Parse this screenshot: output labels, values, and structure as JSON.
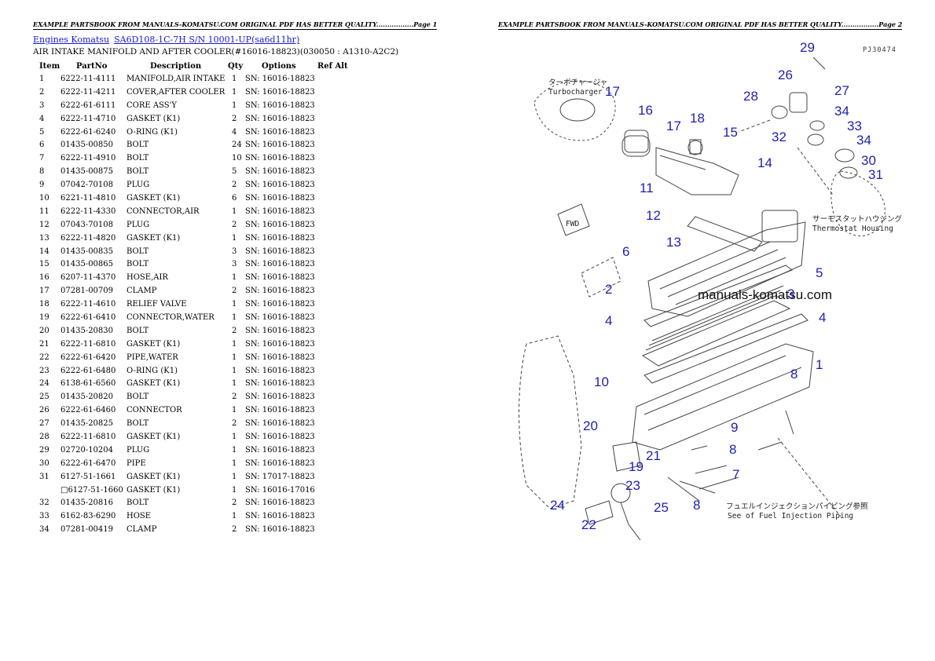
{
  "headers": {
    "left": "EXAMPLE PARTSBOOK FROM MANUALS-KOMATSU.COM ORIGINAL PDF HAS BETTER QUALITY.................Page 1",
    "right": "EXAMPLE PARTSBOOK FROM MANUALS-KOMATSU.COM ORIGINAL PDF HAS BETTER QUALITY.................Page 2"
  },
  "breadcrumb": {
    "link1": "Engines Komatsu",
    "link2": "SA6D108-1C-7H S/N 10001-UP(sa6d11hr)"
  },
  "assembly_title": "AIR INTAKE MANIFOLD AND AFTER COOLER(#16016-18823)(030050 : A1310-A2C2)",
  "table": {
    "columns": [
      "Item",
      "PartNo",
      "Description",
      "Qty",
      "Options",
      "Ref Alt"
    ],
    "rows": [
      [
        "1",
        "6222-11-4111",
        "MANIFOLD,AIR INTAKE",
        "1",
        "SN: 16016-18823"
      ],
      [
        "2",
        "6222-11-4211",
        "COVER,AFTER COOLER",
        "1",
        "SN: 16016-18823"
      ],
      [
        "3",
        "6222-61-6111",
        "CORE ASS'Y",
        "1",
        "SN: 16016-18823"
      ],
      [
        "4",
        "6222-11-4710",
        "GASKET (K1)",
        "2",
        "SN: 16016-18823"
      ],
      [
        "5",
        "6222-61-6240",
        "O-RING (K1)",
        "4",
        "SN: 16016-18823"
      ],
      [
        "6",
        "01435-00850",
        "BOLT",
        "24",
        "SN: 16016-18823"
      ],
      [
        "7",
        "6222-11-4910",
        "BOLT",
        "10",
        "SN: 16016-18823"
      ],
      [
        "8",
        "01435-00875",
        "BOLT",
        "5",
        "SN: 16016-18823"
      ],
      [
        "9",
        "07042-70108",
        "PLUG",
        "2",
        "SN: 16016-18823"
      ],
      [
        "10",
        "6221-11-4810",
        "GASKET (K1)",
        "6",
        "SN: 16016-18823"
      ],
      [
        "11",
        "6222-11-4330",
        "CONNECTOR,AIR",
        "1",
        "SN: 16016-18823"
      ],
      [
        "12",
        "07043-70108",
        "PLUG",
        "2",
        "SN: 16016-18823"
      ],
      [
        "13",
        "6222-11-4820",
        "GASKET (K1)",
        "1",
        "SN: 16016-18823"
      ],
      [
        "14",
        "01435-00835",
        "BOLT",
        "3",
        "SN: 16016-18823"
      ],
      [
        "15",
        "01435-00865",
        "BOLT",
        "3",
        "SN: 16016-18823"
      ],
      [
        "16",
        "6207-11-4370",
        "HOSE,AIR",
        "1",
        "SN: 16016-18823"
      ],
      [
        "17",
        "07281-00709",
        "CLAMP",
        "2",
        "SN: 16016-18823"
      ],
      [
        "18",
        "6222-11-4610",
        "RELIEF VALVE",
        "1",
        "SN: 16016-18823"
      ],
      [
        "19",
        "6222-61-6410",
        "CONNECTOR,WATER",
        "1",
        "SN: 16016-18823"
      ],
      [
        "20",
        "01435-20830",
        "BOLT",
        "2",
        "SN: 16016-18823"
      ],
      [
        "21",
        "6222-11-6810",
        "GASKET (K1)",
        "1",
        "SN: 16016-18823"
      ],
      [
        "22",
        "6222-61-6420",
        "PIPE,WATER",
        "1",
        "SN: 16016-18823"
      ],
      [
        "23",
        "6222-61-6480",
        "O-RING (K1)",
        "1",
        "SN: 16016-18823"
      ],
      [
        "24",
        "6138-61-6560",
        "GASKET (K1)",
        "1",
        "SN: 16016-18823"
      ],
      [
        "25",
        "01435-20820",
        "BOLT",
        "2",
        "SN: 16016-18823"
      ],
      [
        "26",
        "6222-61-6460",
        "CONNECTOR",
        "1",
        "SN: 16016-18823"
      ],
      [
        "27",
        "01435-20825",
        "BOLT",
        "2",
        "SN: 16016-18823"
      ],
      [
        "28",
        "6222-11-6810",
        "GASKET (K1)",
        "1",
        "SN: 16016-18823"
      ],
      [
        "29",
        "02720-10204",
        "PLUG",
        "1",
        "SN: 16016-18823"
      ],
      [
        "30",
        "6222-61-6470",
        "PIPE",
        "1",
        "SN: 16016-18823"
      ],
      [
        "31",
        "6127-51-1661",
        "GASKET (K1)",
        "1",
        "SN: 17017-18823"
      ],
      [
        "",
        "□6127-51-1660",
        "GASKET (K1)",
        "1",
        "SN: 16016-17016"
      ],
      [
        "32",
        "01435-20816",
        "BOLT",
        "2",
        "SN: 16016-18823"
      ],
      [
        "33",
        "6162-83-6290",
        "HOSE",
        "1",
        "SN: 16016-18823"
      ],
      [
        "34",
        "07281-00419",
        "CLAMP",
        "2",
        "SN: 16016-18823"
      ]
    ]
  },
  "diagram": {
    "code": "PJ30474",
    "watermark": "manuals-komatsu.com",
    "notes": {
      "turbo_jp": "ターボチャージャ",
      "turbo_en": "Turbocharger",
      "thermo_jp": "サーモスタットハウジング",
      "thermo_en": "Thermostat Housing",
      "fuel_jp": "フュエルインジェクションパイピング参照",
      "fuel_en": "See of Fuel Injection Piping",
      "fwd": "FWD"
    },
    "callouts": [
      "29",
      "26",
      "27",
      "28",
      "34",
      "33",
      "32",
      "34",
      "30",
      "31",
      "17",
      "16",
      "17",
      "18",
      "15",
      "14",
      "11",
      "12",
      "13",
      "6",
      "5",
      "2",
      "3",
      "4",
      "4",
      "1",
      "8",
      "10",
      "20",
      "9",
      "8",
      "21",
      "19",
      "7",
      "23",
      "24",
      "8",
      "25",
      "22"
    ]
  }
}
